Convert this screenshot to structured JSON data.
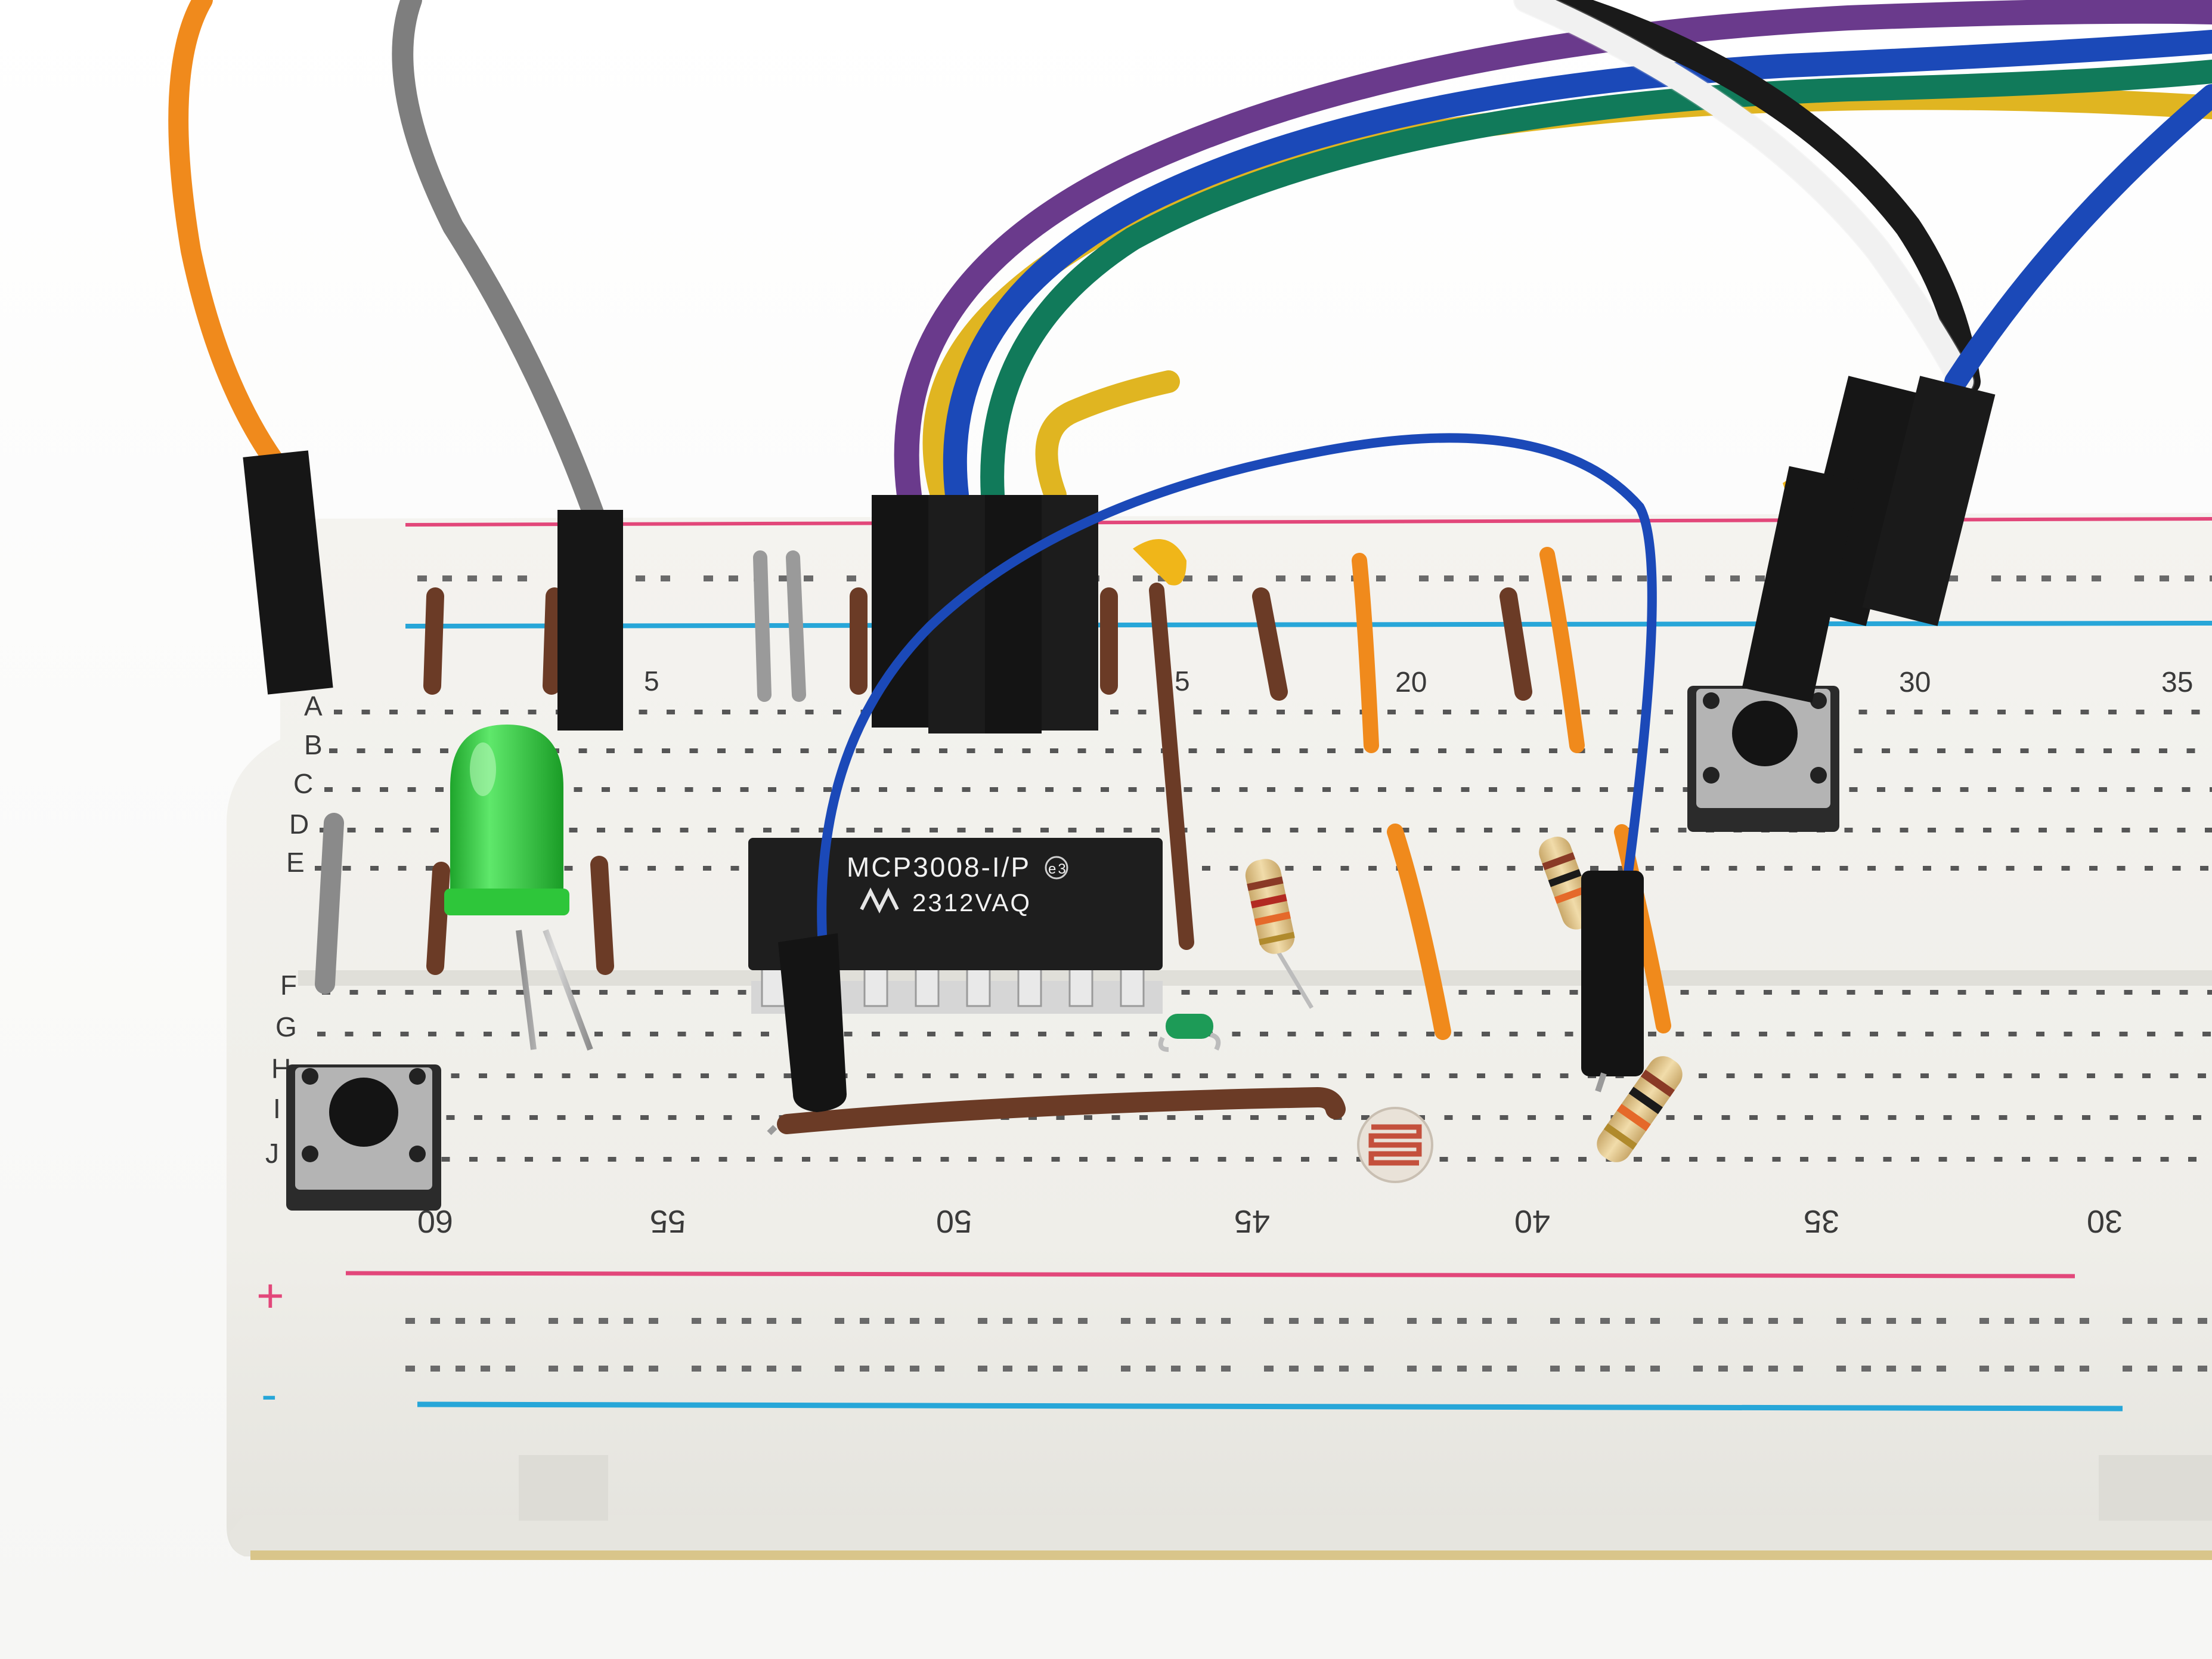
{
  "board": {
    "row_letters_top": [
      "A",
      "B",
      "C",
      "D",
      "E"
    ],
    "row_letters_bottom": [
      "F",
      "G",
      "H",
      "I",
      "J"
    ],
    "top_numbers": [
      "5",
      "20",
      "30",
      "35"
    ],
    "top_number_partial": "5",
    "bottom_numbers": [
      "60",
      "55",
      "50",
      "45",
      "40",
      "35",
      "30"
    ],
    "rail_plus": "+",
    "rail_minus": "-",
    "colors": {
      "board": "#f3f2ee",
      "red_rail": "#e2477a",
      "blue_rail": "#27a6d8"
    }
  },
  "chip": {
    "part": "MCP3008-I/P",
    "code": "2312VAQ",
    "mark": "e3",
    "logo": "microchip-logo"
  },
  "components": {
    "led_color": "#2ec63a",
    "jumper_colors": [
      "#f08a1c",
      "#7e7e7e",
      "#6a3a8c",
      "#1b49b8",
      "#117a5a",
      "#e0b521",
      "#ffffff",
      "#141414"
    ],
    "parts": [
      "green-led",
      "pushbutton",
      "pushbutton",
      "mcp3008-chip",
      "photoresistor",
      "resistor",
      "resistor",
      "resistor",
      "capacitor"
    ]
  }
}
